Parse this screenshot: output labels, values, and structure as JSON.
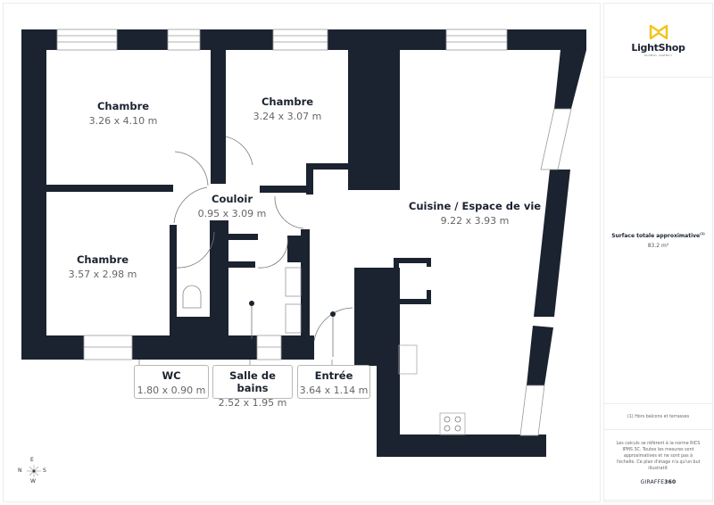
{
  "brand": {
    "logo_icon": "bowtie-logo-icon",
    "name": "LightShop",
    "tagline": "GLOBAL AGENCY",
    "accent_color": "#f2c418"
  },
  "summary": {
    "title": "Surface totale approximative",
    "footnote_ref": "(1)",
    "value": "83.2 m²"
  },
  "footnote": "(1) Hors balcons et terrasses",
  "disclaimer": "Les calculs se réfèrent à la norme RICS IPMS 3C. Toutes les mesures sont approximatives et ne sont pas à l'échelle. Ce plan d'étage n'a qu'un but illustratif.",
  "provider": {
    "prefix": "GIRAFFE",
    "suffix": "360"
  },
  "compass": {
    "n": "N",
    "e": "E",
    "s": "S",
    "w": "W"
  },
  "colors": {
    "wall": "#1b2330",
    "label_border": "#b8b8b8",
    "dim_text": "#666666"
  },
  "rooms": [
    {
      "name": "Chambre",
      "dims": "3.26 x 4.10 m"
    },
    {
      "name": "Chambre",
      "dims": "3.24 x 3.07 m"
    },
    {
      "name": "Couloir",
      "dims": "0.95 x 3.09 m"
    },
    {
      "name": "Cuisine / Espace de vie",
      "dims": "9.22 x 3.93 m"
    },
    {
      "name": "Chambre",
      "dims": "3.57 x 2.98 m"
    },
    {
      "name": "WC",
      "dims": "1.80 x 0.90 m"
    },
    {
      "name": "Salle de bains",
      "dims": "2.52 x 1.95 m"
    },
    {
      "name": "Entrée",
      "dims": "3.64 x 1.14 m"
    }
  ]
}
